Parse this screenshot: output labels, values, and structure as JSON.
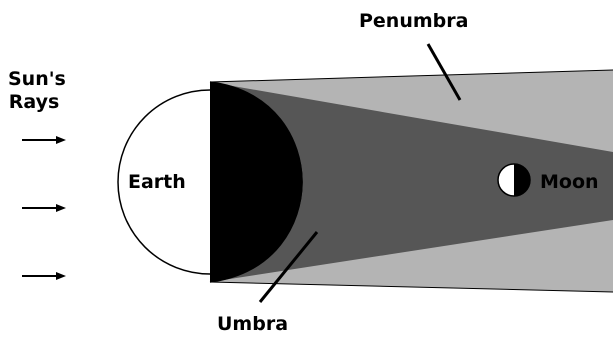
{
  "labels": {
    "sun_rays_line1": "Sun's",
    "sun_rays_line2": "Rays",
    "earth": "Earth",
    "moon": "Moon",
    "penumbra": "Penumbra",
    "umbra": "Umbra"
  },
  "colors": {
    "background": "#ffffff",
    "penumbra": "#b4b4b4",
    "umbra": "#565656",
    "earth_day": "#ffffff",
    "earth_night": "#000000",
    "outline": "#000000"
  }
}
